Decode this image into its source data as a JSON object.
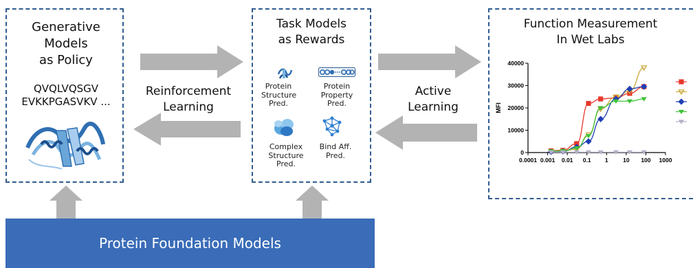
{
  "generative": {
    "title_line1": "Generative",
    "title_line2": "Models",
    "title_line3": "as Policy",
    "sequence_line1": "QVQLVQSGV",
    "sequence_line2": "EVKKPGASVKV ..."
  },
  "task_models": {
    "title_line1": "Task Models",
    "title_line2": "as Rewards",
    "structure_pred": [
      "Protein",
      "Structure",
      "Pred."
    ],
    "property_pred": [
      "Protein",
      "Property",
      "Pred."
    ],
    "complex_pred": [
      "Complex",
      "Structure",
      "Pred."
    ],
    "bind_pred": [
      "Bind Aff.",
      "Pred."
    ]
  },
  "function": {
    "title_line1": "Function Measurement",
    "title_line2": "In Wet Labs"
  },
  "flows": {
    "reinforcement_line1": "Reinforcement",
    "reinforcement_line2": "Learning",
    "active_line1": "Active",
    "active_line2": "Learning"
  },
  "foundation": {
    "label": "Protein Foundation Models"
  },
  "colors": {
    "box_border": "#2f5c8f",
    "arrow": "#b3b3b3",
    "foundation_bg": "#3a6cb8"
  },
  "chart_data": {
    "type": "scatter",
    "ylabel": "MFI",
    "xlabel": "",
    "x_scale": "log",
    "xlim": [
      0.0001,
      1000
    ],
    "ylim": [
      0,
      40000
    ],
    "yticks": [
      "0",
      "10000",
      "20000",
      "30000",
      "40000"
    ],
    "xticks": [
      "0.0001",
      "0.001",
      "0.01",
      "0.1",
      "1",
      "10",
      "100",
      "1000"
    ],
    "series": [
      {
        "color": "#e8372b",
        "marker": "square",
        "x": [
          0.0015,
          0.006,
          0.03,
          0.12,
          0.5,
          3,
          15,
          80
        ],
        "y": [
          800,
          1000,
          4000,
          22000,
          24000,
          24500,
          26500,
          29500
        ]
      },
      {
        "color": "#c8a838",
        "marker": "triangle-down-open",
        "x": [
          0.0015,
          0.006,
          0.03,
          0.12,
          0.5,
          3,
          15,
          80
        ],
        "y": [
          600,
          700,
          1500,
          8000,
          19500,
          25000,
          27500,
          38000
        ]
      },
      {
        "color": "#1f3fb5",
        "marker": "diamond",
        "x": [
          0.0015,
          0.006,
          0.03,
          0.12,
          0.5,
          3,
          15,
          80
        ],
        "y": [
          300,
          500,
          2500,
          5000,
          15000,
          24000,
          28500,
          29500
        ]
      },
      {
        "color": "#3fc238",
        "marker": "triangle-down",
        "x": [
          0.0015,
          0.006,
          0.03,
          0.12,
          0.5,
          3,
          15,
          80
        ],
        "y": [
          600,
          700,
          2000,
          7500,
          20000,
          23000,
          23000,
          24000
        ]
      },
      {
        "color": "#b3b0c6",
        "marker": "triangle-down",
        "x": [
          0.0015,
          0.006,
          0.03,
          0.12,
          0.5,
          3,
          15,
          80
        ],
        "y": [
          200,
          200,
          200,
          200,
          200,
          200,
          200,
          200
        ]
      }
    ]
  }
}
